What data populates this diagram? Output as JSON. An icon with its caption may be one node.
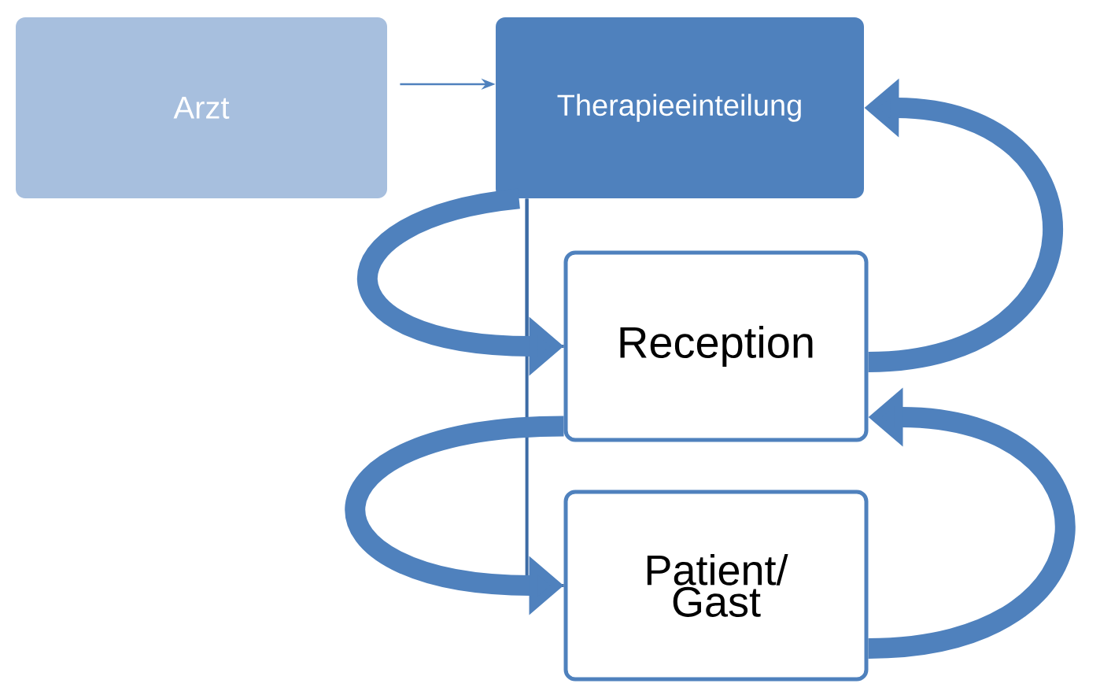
{
  "diagram": {
    "nodes": [
      {
        "text": [
          "Arzt"
        ]
      },
      {
        "text": [
          "Therapieeinteilung"
        ]
      },
      {
        "text": [
          "Reception"
        ]
      },
      {
        "text": [
          "Patient/ Gast"
        ]
      }
    ],
    "edges": [
      {
        "from": 0,
        "to": 1,
        "arrow": "to"
      },
      {
        "from": 1,
        "to": 2,
        "arrow": "none"
      },
      {
        "from": 1,
        "to": 3,
        "arrow": "none"
      },
      {
        "from": 1,
        "to": 2,
        "arrow": "to"
      },
      {
        "from": 2,
        "to": 1,
        "arrow": "to"
      },
      {
        "from": 2,
        "to": 3,
        "arrow": "to"
      },
      {
        "from": 3,
        "to": 2,
        "arrow": "to"
      }
    ]
  }
}
